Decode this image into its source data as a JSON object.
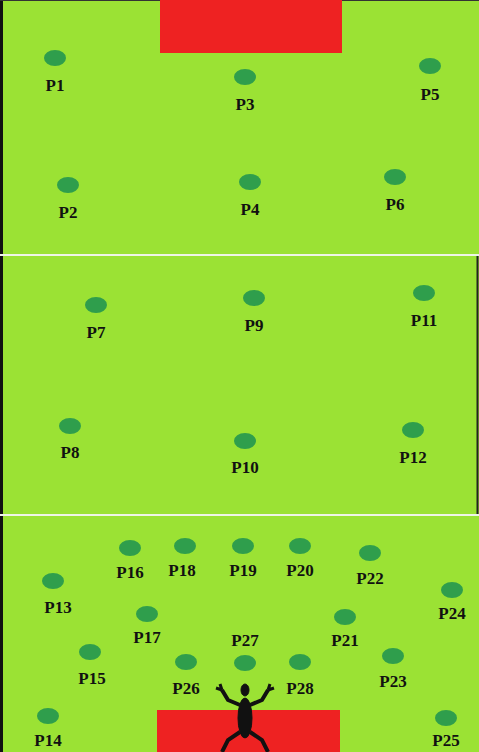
{
  "diagram": {
    "labels": [
      "P1",
      "P2",
      "P3",
      "P4",
      "P5",
      "P6",
      "P7",
      "P8",
      "P9",
      "P10",
      "P11",
      "P12",
      "P13",
      "P14",
      "P15",
      "P16",
      "P17",
      "P18",
      "P19",
      "P20",
      "P21",
      "P22",
      "P23",
      "P24",
      "P25",
      "P26",
      "P27",
      "P28"
    ]
  }
}
